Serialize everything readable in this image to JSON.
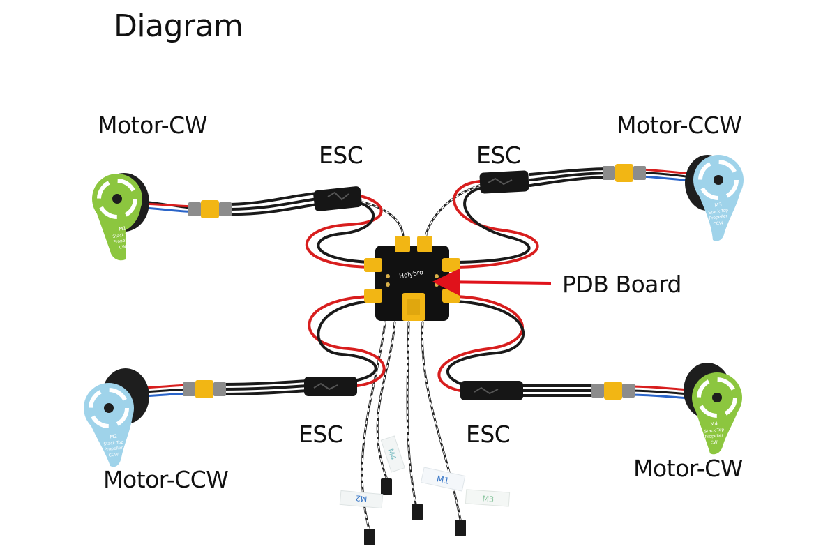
{
  "title": "Diagram",
  "labels": {
    "motor_top_left": "Motor-CW",
    "motor_top_right": "Motor-CCW",
    "motor_bottom_left": "Motor-CCW",
    "motor_bottom_right": "Motor-CW",
    "esc_top_left": "ESC",
    "esc_top_right": "ESC",
    "esc_bottom_left": "ESC",
    "esc_bottom_right": "ESC",
    "pdb": "PDB Board"
  },
  "motors": {
    "m1": {
      "id": "M1",
      "line1": "Stack Top",
      "line2": "Propeller",
      "dir": "CW"
    },
    "m2": {
      "id": "M2",
      "line1": "Stack Top",
      "line2": "Propeller",
      "dir": "CCW"
    },
    "m3": {
      "id": "M3",
      "line1": "Stack Top",
      "line2": "Propeller",
      "dir": "CCW"
    },
    "m4": {
      "id": "M4",
      "line1": "Stack Top",
      "line2": "Propeller",
      "dir": "CW"
    }
  },
  "board": {
    "brand": "Holybro"
  },
  "connector_tags": [
    "M4",
    "M1",
    "M2",
    "M3"
  ],
  "colors": {
    "cw_green": "#8cc63f",
    "ccw_blue": "#9fd3ea",
    "red_wire": "#d81e1e",
    "connector_yellow": "#f2b614",
    "arrow_red": "#e0121b"
  }
}
